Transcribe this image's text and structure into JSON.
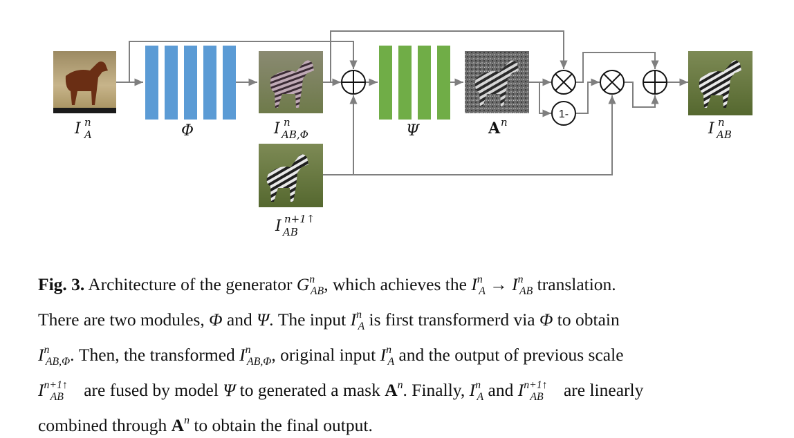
{
  "diagram": {
    "labels": {
      "input": {
        "base": "I",
        "sup": "n",
        "sub": "A"
      },
      "phi": "Φ",
      "ab_phi": {
        "base": "I",
        "sup": "n",
        "sub": "AB,Φ"
      },
      "psi": "Ψ",
      "mask": {
        "base": "A",
        "sup": "n"
      },
      "prev": {
        "base": "I",
        "sup": "n+1↑",
        "sub": "AB"
      },
      "output": {
        "base": "I",
        "sup": "n",
        "sub": "AB"
      },
      "one_minus": "1-"
    },
    "colors": {
      "phi_block": "#5b9bd5",
      "psi_block": "#70ad47",
      "arrow": "#7f7f7f"
    }
  },
  "caption": {
    "fig_label": "Fig. 3.",
    "t1": " Architecture of the generator ",
    "t2": ", which achieves the ",
    "arrow": " → ",
    "t3": " translation.",
    "t4": "There are two modules, ",
    "t5": " and ",
    "t6": ". The input ",
    "t7": " is first transformerd via ",
    "t8": " to obtain",
    "t9": ". Then, the transformed ",
    "t10": ", original input ",
    "t11": " and the output of previous scale",
    "t12": " are fused by model ",
    "t13": " to generated a mask ",
    "t14": ". Finally, ",
    "t15": " and ",
    "t16": " are linearly",
    "t17": "combined through ",
    "t18": " to obtain the final output."
  }
}
